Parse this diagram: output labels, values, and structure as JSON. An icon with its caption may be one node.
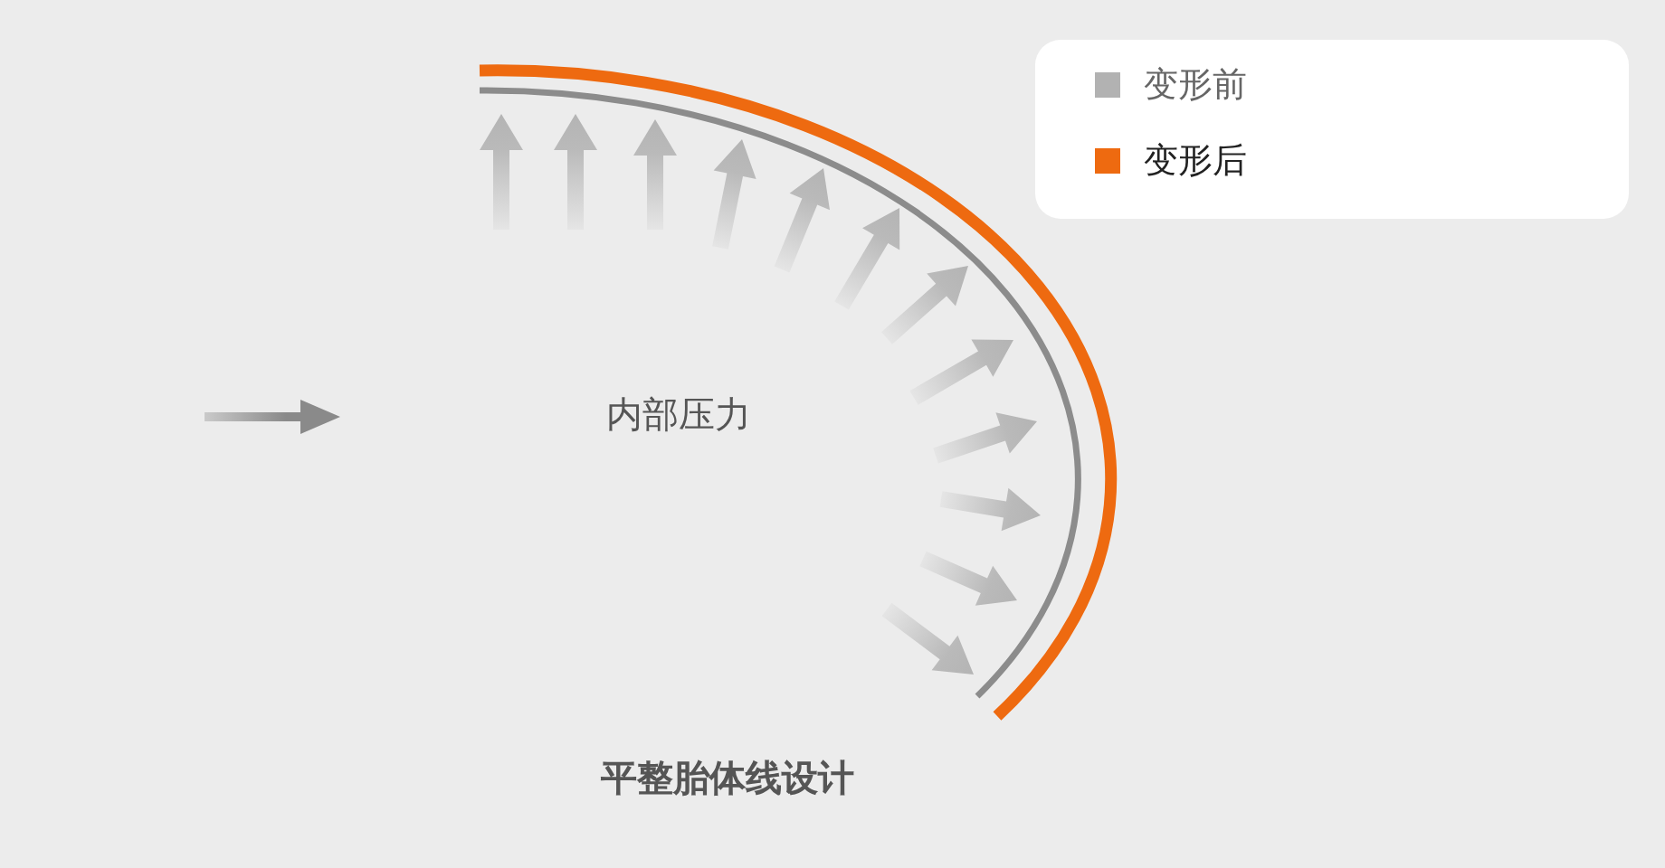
{
  "diagram": {
    "caption": "平整胎体线设计",
    "labels": [
      "内部压力"
    ],
    "legend": [
      {
        "text": "变形前",
        "color": "#b2b2b2"
      },
      {
        "text": "变形后",
        "color": "#ee6a10"
      }
    ]
  }
}
